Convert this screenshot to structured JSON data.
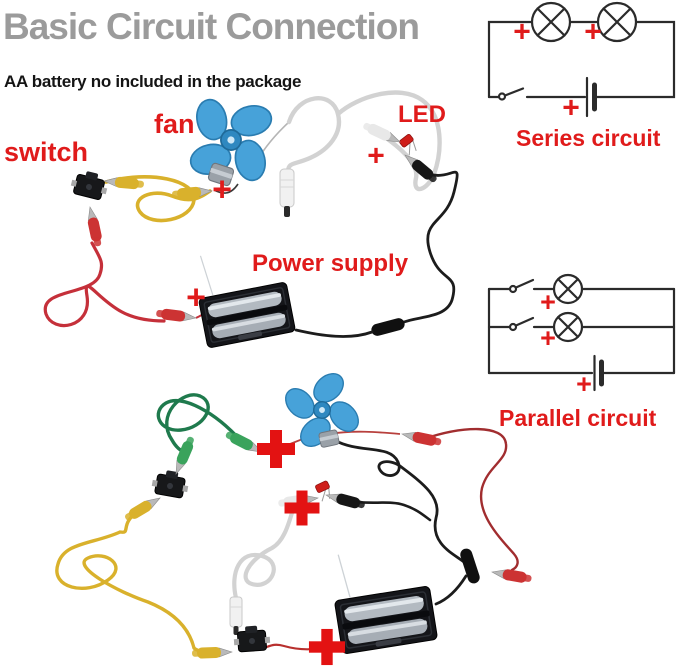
{
  "title": "Basic Circuit Connection",
  "subtitle": "AA battery no included in the package",
  "labels": {
    "switch": "switch",
    "fan": "fan",
    "led": "LED",
    "power_supply": "Power supply",
    "series_circuit": "Series circuit",
    "parallel_circuit": "Parallel circuit"
  },
  "plus_sign": "+",
  "colors": {
    "title_gray": "#9b9b9b",
    "label_red": "#e01b1b",
    "thick_plus_red": "#e31212",
    "fan_blue": "#47a2d9",
    "wire_yellow": "#d9b12c",
    "wire_green": "#1f7a4d",
    "wire_red": "#c5303a",
    "wire_dark_red": "#a12d2f",
    "wire_white": "#d2d2d2",
    "wire_black": "#1c1c1c",
    "schematic_ink": "#2b2b2b"
  },
  "diagrams": {
    "series": {
      "label": "Series circuit",
      "lamps": 2,
      "switches": 1,
      "batteries": 1,
      "plus_marks": 3
    },
    "parallel": {
      "label": "Parallel circuit",
      "lamps": 2,
      "switches": 2,
      "batteries": 1,
      "plus_marks": 3
    }
  }
}
